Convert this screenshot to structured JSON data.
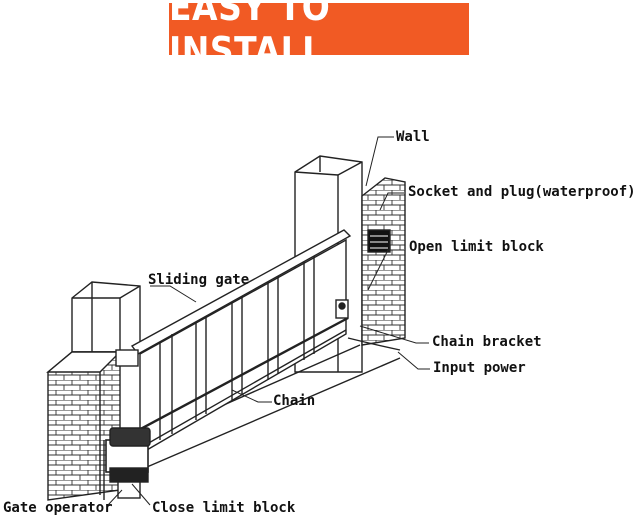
{
  "banner": {
    "text": "EASY TO INSTALL",
    "bg_color": "#f15a24"
  },
  "labels": {
    "wall": "Wall",
    "socket": "Socket and plug(waterproof)",
    "open_limit": "Open limit block",
    "sliding_gate": "Sliding gate",
    "chain_bracket": "Chain bracket",
    "input_power": "Input power",
    "chain": "Chain",
    "gate_operator": "Gate operator",
    "close_limit": "Close limit block"
  }
}
